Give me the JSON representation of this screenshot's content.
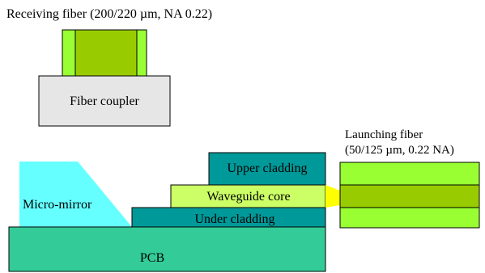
{
  "labels": {
    "receiving_fiber": "Receiving fiber (200/220 µm, NA 0.22)",
    "fiber_coupler": "Fiber coupler",
    "launching_fiber_line1": "Launching fiber",
    "launching_fiber_line2": "(50/125 µm, 0.22 NA)",
    "upper_cladding": "Upper cladding",
    "waveguide_core": "Waveguide core",
    "under_cladding": "Under cladding",
    "micro_mirror": "Micro-mirror",
    "pcb": "PCB"
  },
  "colors": {
    "fiber_cladding": "#99ff33",
    "fiber_core": "#99cc00",
    "coupler_fill": "#e6e6e6",
    "mirror_fill": "#66ffff",
    "upper_cladding": "#009999",
    "waveguide_core": "#ccff66",
    "under_cladding": "#009999",
    "pcb": "#33cc99",
    "light_cone": "#ffff00",
    "outline": "#000000"
  }
}
